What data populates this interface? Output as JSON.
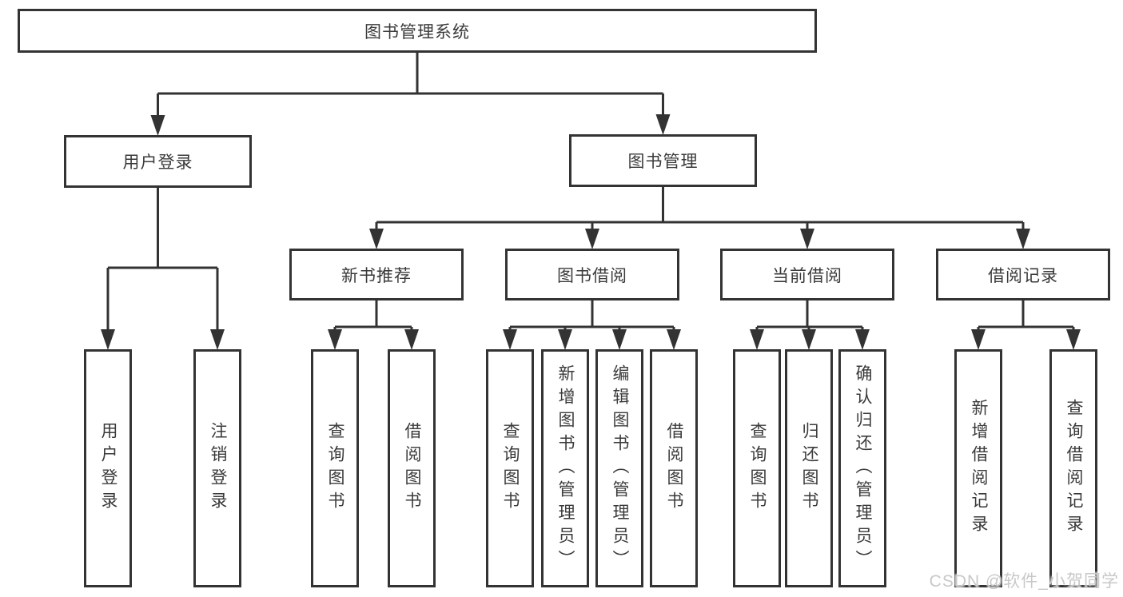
{
  "colors": {
    "line": "#333333",
    "text": "#3a3a3a",
    "box_bg": "#ffffff",
    "watermark": "#c8c8c8"
  },
  "watermark": {
    "text": "CSDN @软件_小贺同学"
  },
  "diagram": {
    "title": "图书管理系统",
    "nodes": {
      "root": {
        "label": "图书管理系统"
      },
      "user-login": {
        "label": "用户登录"
      },
      "book-mgmt": {
        "label": "图书管理"
      },
      "new-book-rec": {
        "label": "新书推荐"
      },
      "book-borrow": {
        "label": "图书借阅"
      },
      "current-borrow": {
        "label": "当前借阅"
      },
      "borrow-records": {
        "label": "借阅记录"
      },
      "user-login-action": {
        "label": "用户登录"
      },
      "logout-action": {
        "label": "注销登录"
      },
      "query-books-rec": {
        "label": "查询图书"
      },
      "borrow-books-rec": {
        "label": "借阅图书"
      },
      "query-books-borrow": {
        "label": "查询图书"
      },
      "add-book-admin": {
        "label": "新增图书（管理员）"
      },
      "edit-book-admin": {
        "label": "编辑图书（管理员）"
      },
      "borrow-books-borrow": {
        "label": "借阅图书"
      },
      "query-books-current": {
        "label": "查询图书"
      },
      "return-book": {
        "label": "归还图书"
      },
      "confirm-return-admin": {
        "label": "确认归还（管理员）"
      },
      "add-borrow-record": {
        "label": "新增借阅记录"
      },
      "query-borrow-record": {
        "label": "查询借阅记录"
      }
    },
    "hierarchy": {
      "root": [
        "user-login",
        "book-mgmt"
      ],
      "user-login": [
        "user-login-action",
        "logout-action"
      ],
      "book-mgmt": [
        "new-book-rec",
        "book-borrow",
        "current-borrow",
        "borrow-records"
      ],
      "new-book-rec": [
        "query-books-rec",
        "borrow-books-rec"
      ],
      "book-borrow": [
        "query-books-borrow",
        "add-book-admin",
        "edit-book-admin",
        "borrow-books-borrow"
      ],
      "current-borrow": [
        "query-books-current",
        "return-book",
        "confirm-return-admin"
      ],
      "borrow-records": [
        "add-borrow-record",
        "query-borrow-record"
      ]
    }
  }
}
